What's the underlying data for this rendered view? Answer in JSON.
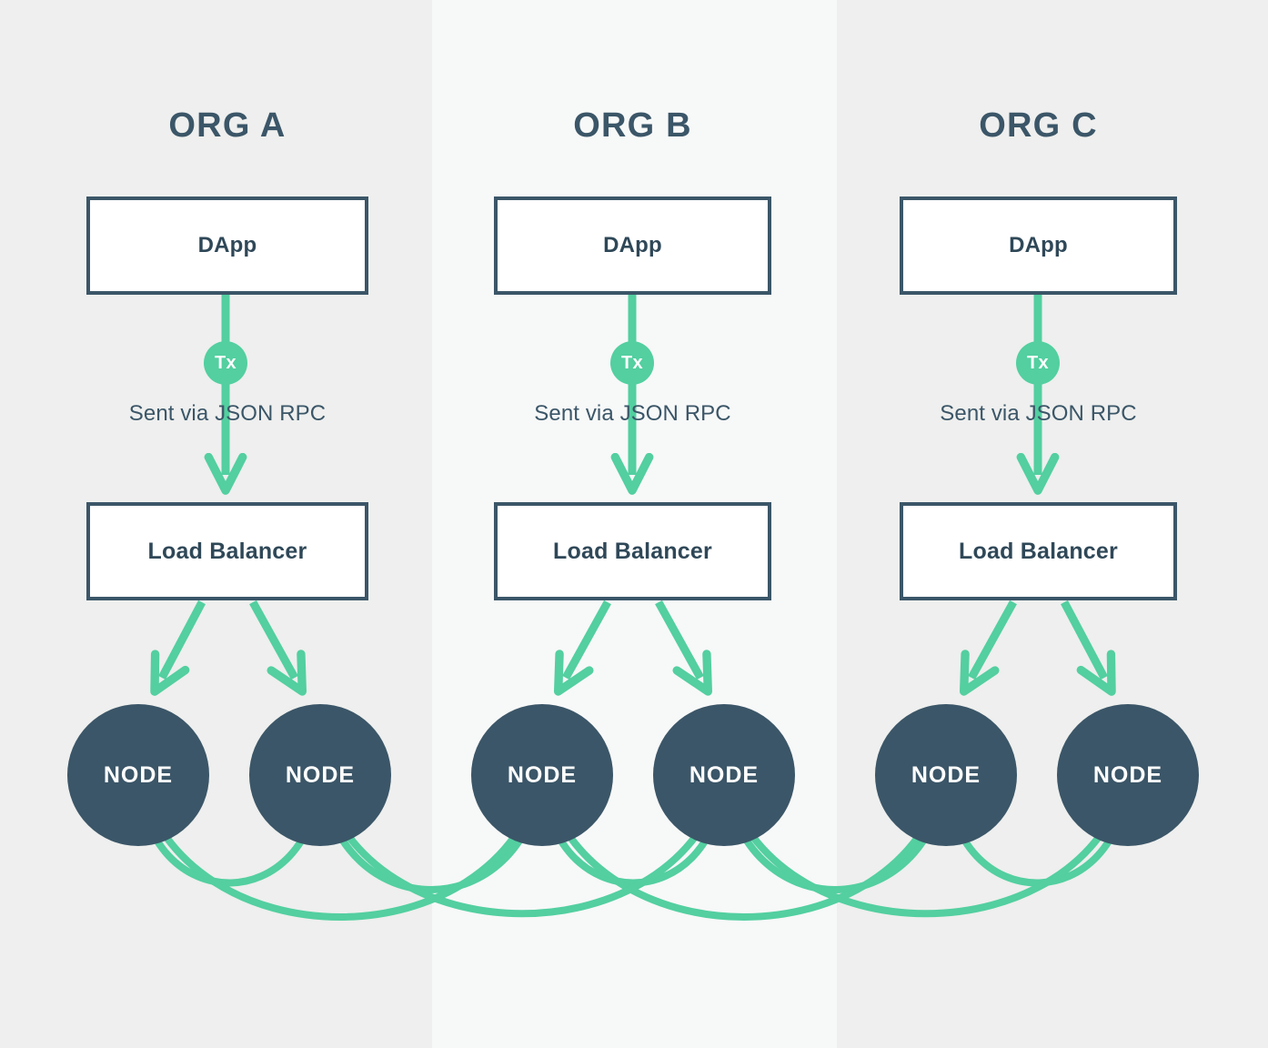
{
  "diagram": {
    "title_row": [
      "ORG A",
      "ORG B",
      "ORG C"
    ],
    "colors": {
      "accent_green": "#53cfa0",
      "dark_navy": "#3b5668",
      "column_bg_outer": "#eeefee",
      "column_bg_inner": "#f7f8f8",
      "box_fill": "#ffffff"
    },
    "columns": [
      {
        "org_label": "ORG A",
        "dapp_label": "DApp",
        "tx_label": "Tx",
        "rpc_label": "Sent via JSON RPC",
        "load_balancer_label": "Load Balancer",
        "nodes": [
          "NODE",
          "NODE"
        ]
      },
      {
        "org_label": "ORG B",
        "dapp_label": "DApp",
        "tx_label": "Tx",
        "rpc_label": "Sent via JSON RPC",
        "load_balancer_label": "Load Balancer",
        "nodes": [
          "NODE",
          "NODE"
        ]
      },
      {
        "org_label": "ORG C",
        "dapp_label": "DApp",
        "tx_label": "Tx",
        "rpc_label": "Sent via JSON RPC",
        "load_balancer_label": "Load Balancer",
        "nodes": [
          "NODE",
          "NODE"
        ]
      }
    ]
  }
}
